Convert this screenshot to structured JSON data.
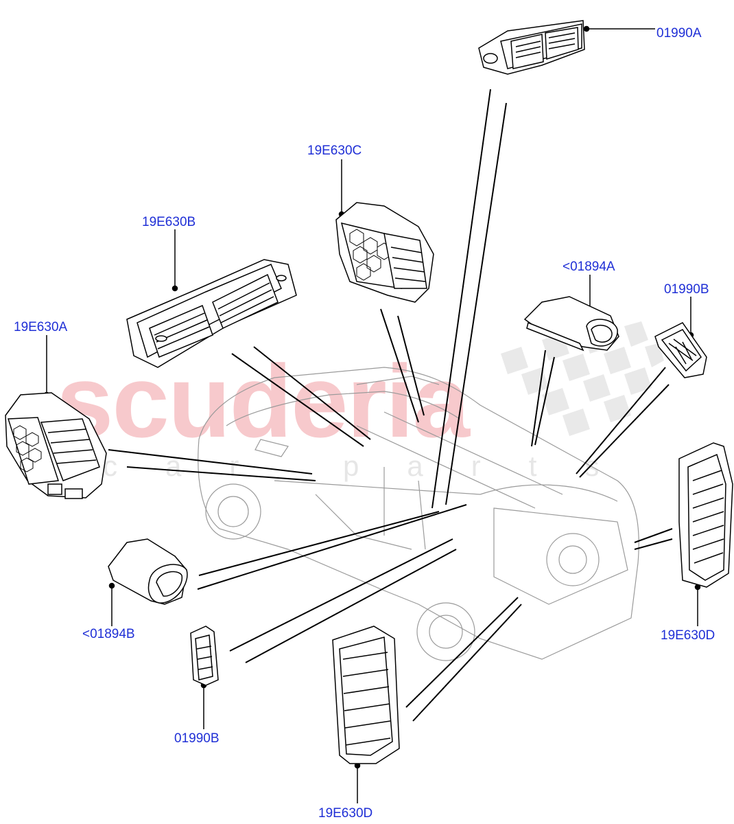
{
  "watermark": {
    "main": "scuderia",
    "sub": "car parts",
    "color": "#f4b9bd"
  },
  "callouts": {
    "c01990A": "01990A",
    "c19E630C": "19E630C",
    "c19E630B": "19E630B",
    "c01894A": "<01894A",
    "c01990B_right": "01990B",
    "c19E630A": "19E630A",
    "c01894B": "<01894B",
    "c19E630D_right": "19E630D",
    "c01990B_bottom": "01990B",
    "c19E630D_bottom": "19E630D"
  },
  "colors": {
    "callout_text": "#1f2fd6",
    "line_art": "#000000",
    "vehicle_ghost": "#9a9a9a"
  }
}
